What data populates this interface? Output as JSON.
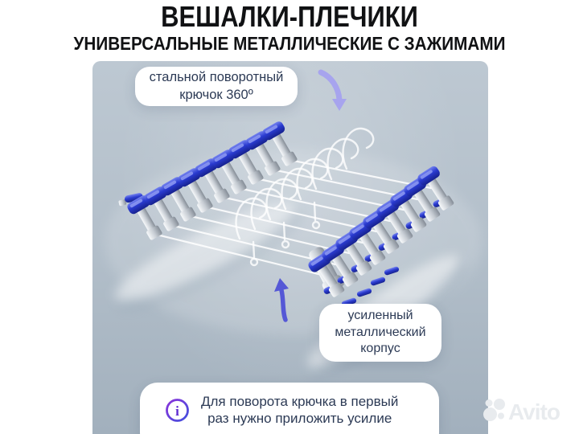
{
  "header": {
    "title": "ВЕШАЛКИ-ПЛЕЧИКИ",
    "subtitle": "УНИВЕРСАЛЬНЫЕ МЕТАЛЛИЧЕСКИЕ С ЗАЖИМАМИ",
    "text_color": "#111214"
  },
  "photo": {
    "background_top": "#bdc8d2",
    "background_bottom": "#a2b0bd",
    "clip_blue": "#2a3bd0",
    "metal_silver": "#c6ccd3"
  },
  "callouts": {
    "hook": {
      "line1": "стальной поворотный",
      "line2": "крючок 360º"
    },
    "body": {
      "line1": "усиленный",
      "line2": "металлический",
      "line3": "корпус"
    },
    "note": {
      "line1": "Для поворота крючка в первый",
      "line2": "раз нужно приложить усилие",
      "icon_glyph": "i"
    },
    "text_color": "#2c3a55"
  },
  "arrows": {
    "down_color": "#a7a4ee",
    "up_color": "#5558d6"
  },
  "watermark": {
    "label": "Avito",
    "color": "#e8ebee"
  }
}
